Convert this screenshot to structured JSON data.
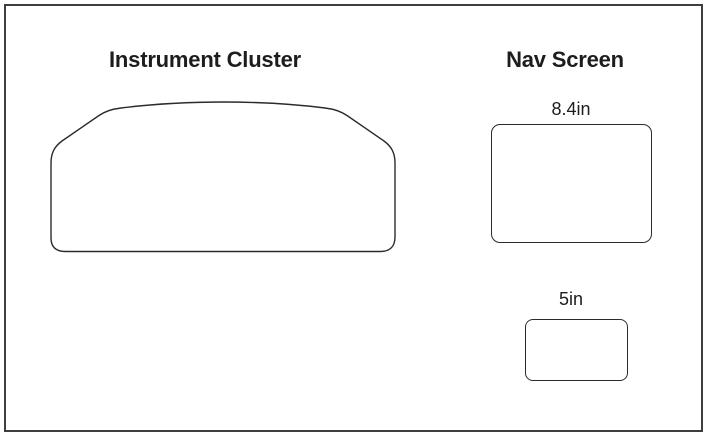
{
  "colors": {
    "background": "#ffffff",
    "frame-border": "#3e3e3e",
    "outline": "#2b2b2b",
    "text": "#1e1c1d"
  },
  "diagram": {
    "instrument_cluster": {
      "label": "Instrument Cluster"
    },
    "nav_screen": {
      "label": "Nav Screen",
      "large_screen": {
        "size": "8.4in"
      },
      "small_screen": {
        "size": "5in"
      }
    }
  }
}
